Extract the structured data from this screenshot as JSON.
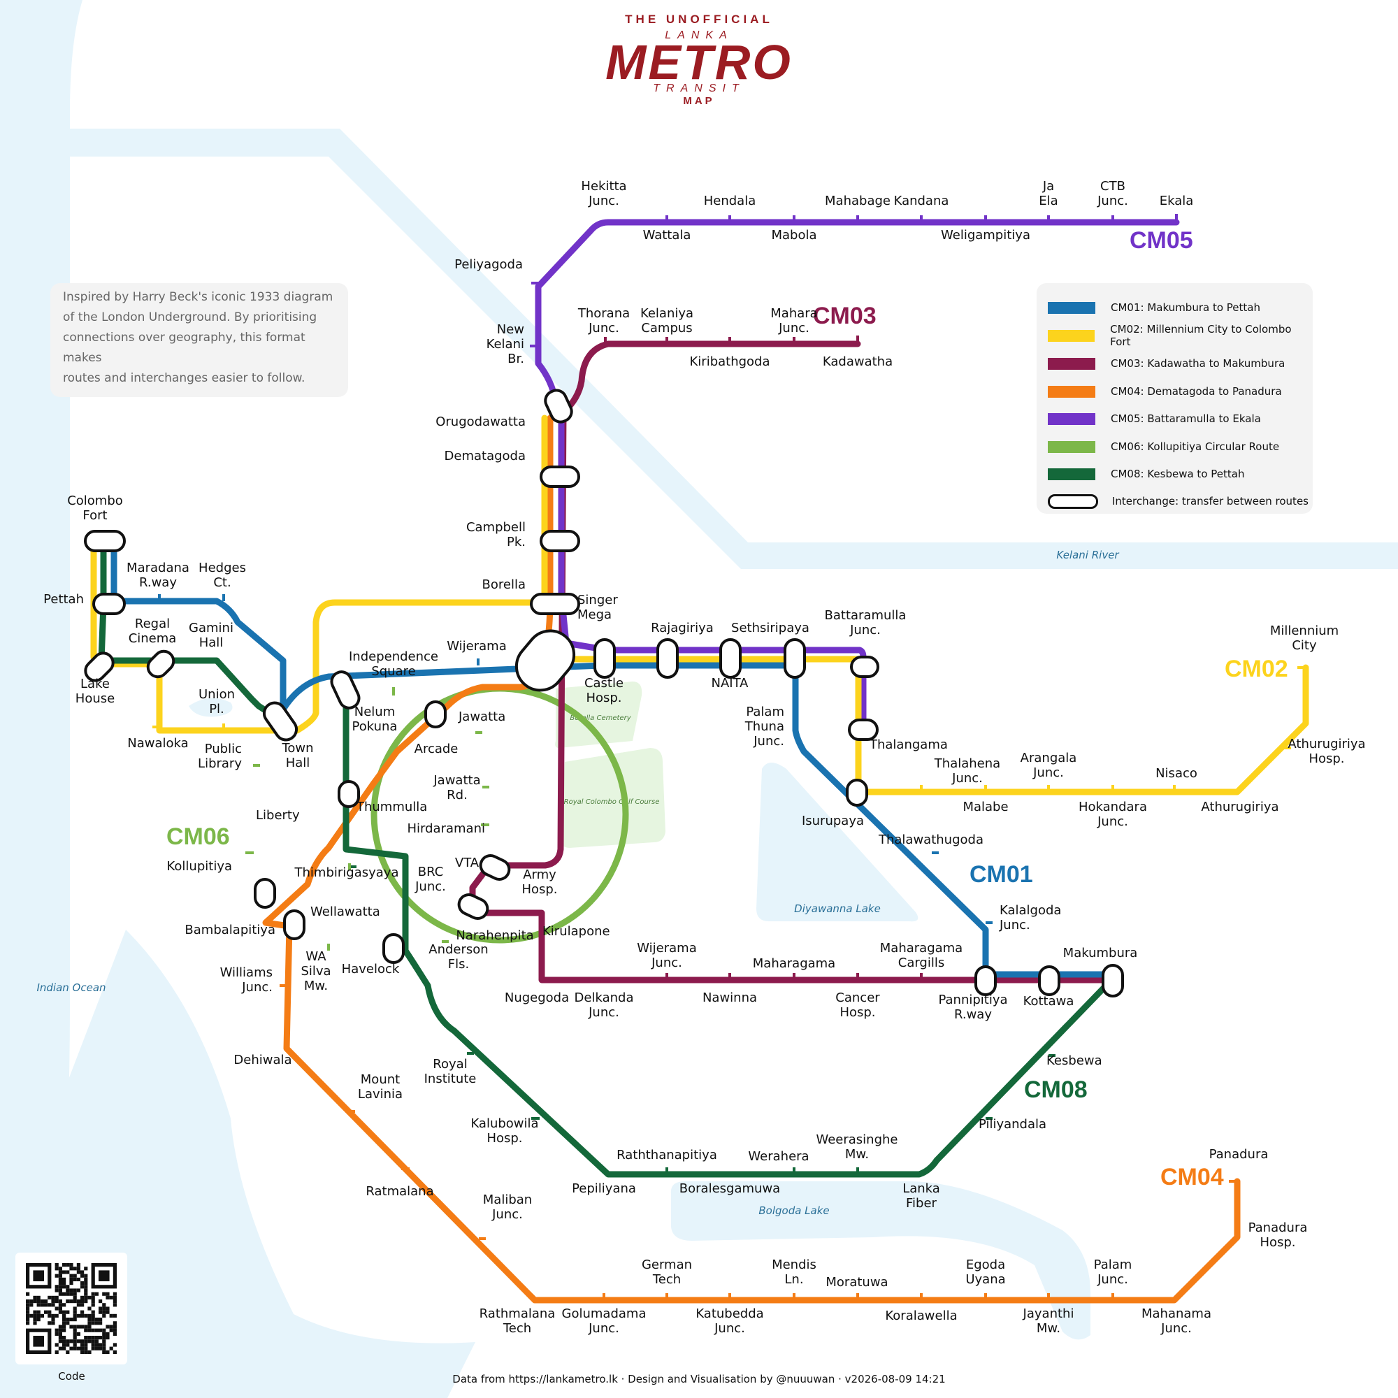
{
  "title": {
    "top": "THE UNOFFICIAL",
    "small": "LANKA",
    "main": "METRO",
    "sub": "TRANSIT",
    "map": "MAP"
  },
  "intro": {
    "lines": [
      "Inspired by Harry Beck's iconic 1933 diagram",
      "of the London Underground. By prioritising",
      "connections over geography, this format makes",
      "routes and interchanges easier to follow."
    ]
  },
  "legend": {
    "items": [
      {
        "color": "#1a73b0",
        "text": "CM01: Makumbura to Pettah"
      },
      {
        "color": "#fcd31d",
        "text": "CM02: Millennium City to Colombo Fort"
      },
      {
        "color": "#8c1b4d",
        "text": "CM03: Kadawatha to Makumbura"
      },
      {
        "color": "#f47c15",
        "text": "CM04: Dematagoda to Panadura"
      },
      {
        "color": "#7133c8",
        "text": "CM05: Battaramulla to Ekala"
      },
      {
        "color": "#7cb749",
        "text": "CM06: Kollupitiya Circular Route"
      },
      {
        "color": "#14683a",
        "text": "CM08: Kesbewa to Pettah"
      }
    ],
    "interchange": "Interchange: transfer between routes"
  },
  "colors": {
    "CM01": "#1a73b0",
    "CM02": "#fcd31d",
    "CM03": "#8c1b4d",
    "CM04": "#f47c15",
    "CM05": "#7133c8",
    "CM06": "#7cb749",
    "CM08": "#14683a",
    "water": "#e6f4fb",
    "title": "#9b1c22"
  },
  "line_labels": {
    "CM01": "CM01",
    "CM02": "CM02",
    "CM03": "CM03",
    "CM04": "CM04",
    "CM05": "CM05",
    "CM06": "CM06",
    "CM08": "CM08"
  },
  "geo": {
    "kelani": "Kelani River",
    "indian_ocean": "Indian Ocean",
    "diyawanna": "Diyawanna Lake",
    "bolgoda": "Bolgoda Lake",
    "borella_cemetery": "Borella Cemetery",
    "golf": "Royal Colombo Golf Course"
  },
  "stations": {
    "hekitta_junc": [
      "Hekitta",
      "Junc."
    ],
    "wattala": [
      "Wattala"
    ],
    "hendala": [
      "Hendala"
    ],
    "mabola": [
      "Mabola"
    ],
    "mahabage": [
      "Mahabage"
    ],
    "kandana": [
      "Kandana"
    ],
    "weligampitiya": [
      "Weligampitiya"
    ],
    "ja_ela": [
      "Ja",
      "Ela"
    ],
    "ctb_junc": [
      "CTB",
      "Junc."
    ],
    "ekala": [
      "Ekala"
    ],
    "peliyagoda": [
      "Peliyagoda"
    ],
    "new_kelani_br": [
      "New",
      "Kelani",
      "Br."
    ],
    "thorana_junc": [
      "Thorana",
      "Junc."
    ],
    "kelaniya_campus": [
      "Kelaniya",
      "Campus"
    ],
    "kiribathgoda": [
      "Kiribathgoda"
    ],
    "mahara_junc": [
      "Mahara",
      "Junc."
    ],
    "kadawatha": [
      "Kadawatha"
    ],
    "orugodawatta": [
      "Orugodawatta"
    ],
    "dematagoda": [
      "Dematagoda"
    ],
    "campbell_pk": [
      "Campbell",
      "Pk."
    ],
    "borella": [
      "Borella"
    ],
    "singer_mega": [
      "Singer",
      "Mega"
    ],
    "colombo_fort": [
      "Colombo",
      "Fort"
    ],
    "pettah": [
      "Pettah"
    ],
    "maradana_rway": [
      "Maradana",
      "R.way"
    ],
    "hedges_ct": [
      "Hedges",
      "Ct."
    ],
    "regal_cinema": [
      "Regal",
      "Cinema"
    ],
    "gamini_hall": [
      "Gamini",
      "Hall"
    ],
    "lake_house": [
      "Lake",
      "House"
    ],
    "union_pl": [
      "Union",
      "Pl."
    ],
    "nawaloka": [
      "Nawaloka"
    ],
    "public_library": [
      "Public",
      "Library"
    ],
    "town_hall": [
      "Town",
      "Hall"
    ],
    "independence_square": [
      "Independence",
      "Square"
    ],
    "wijerama": [
      "Wijerama"
    ],
    "nelum_pokuna": [
      "Nelum",
      "Pokuna"
    ],
    "jawatta": [
      "Jawatta"
    ],
    "arcade": [
      "Arcade"
    ],
    "jawatta_rd": [
      "Jawatta",
      "Rd."
    ],
    "thummulla": [
      "Thummulla"
    ],
    "hirdaramani": [
      "Hirdaramani"
    ],
    "liberty": [
      "Liberty"
    ],
    "kollupitiya": [
      "Kollupitiya"
    ],
    "thimbirigasyaya": [
      "Thimbirigasyaya"
    ],
    "brc_junc": [
      "BRC",
      "Junc."
    ],
    "vta": [
      "VTA"
    ],
    "army_hosp": [
      "Army",
      "Hosp."
    ],
    "bambalapitiya": [
      "Bambalapitiya"
    ],
    "wellawatta": [
      "Wellawatta"
    ],
    "narahenpita": [
      "Narahenpita"
    ],
    "kirulapone": [
      "Kirulapone"
    ],
    "anderson_fls": [
      "Anderson",
      "Fls."
    ],
    "havelock": [
      "Havelock"
    ],
    "wa_silva_mw": [
      "WA",
      "Silva",
      "Mw."
    ],
    "williams_junc": [
      "Williams",
      "Junc."
    ],
    "castle_hosp": [
      "Castle",
      "Hosp."
    ],
    "rajagiriya": [
      "Rajagiriya"
    ],
    "naita": [
      "NAITA"
    ],
    "sethsiripaya": [
      "Sethsiripaya"
    ],
    "battaramulla_junc": [
      "Battaramulla",
      "Junc."
    ],
    "palam_thuna_junc": [
      "Palam",
      "Thuna",
      "Junc."
    ],
    "thalangama": [
      "Thalangama"
    ],
    "isurupaya": [
      "Isurupaya"
    ],
    "thalahena_junc": [
      "Thalahena",
      "Junc."
    ],
    "malabe": [
      "Malabe"
    ],
    "arangala_junc": [
      "Arangala",
      "Junc."
    ],
    "hokandara_junc": [
      "Hokandara",
      "Junc."
    ],
    "nisaco": [
      "Nisaco"
    ],
    "athurugiriya": [
      "Athurugiriya"
    ],
    "athurugiriya_hosp": [
      "Athurugiriya",
      "Hosp."
    ],
    "millennium_city": [
      "Millennium",
      "City"
    ],
    "thalawathugoda": [
      "Thalawathugoda"
    ],
    "kalalgoda_junc": [
      "Kalalgoda",
      "Junc."
    ],
    "nugegoda": [
      "Nugegoda"
    ],
    "delkanda_junc": [
      "Delkanda",
      "Junc."
    ],
    "wijerama_junc": [
      "Wijerama",
      "Junc."
    ],
    "nawinna": [
      "Nawinna"
    ],
    "maharagama": [
      "Maharagama"
    ],
    "cancer_hosp": [
      "Cancer",
      "Hosp."
    ],
    "maharagama_cargills": [
      "Maharagama",
      "Cargills"
    ],
    "pannipitiya_rway": [
      "Pannipitiya",
      "R.way"
    ],
    "kottawa": [
      "Kottawa"
    ],
    "makumbura": [
      "Makumbura"
    ],
    "kesbewa": [
      "Kesbewa"
    ],
    "piliyandala": [
      "Piliyandala"
    ],
    "royal_institute": [
      "Royal",
      "Institute"
    ],
    "kalubowila_hosp": [
      "Kalubowila",
      "Hosp."
    ],
    "pepiliyana": [
      "Pepiliyana"
    ],
    "raththanapitiya": [
      "Raththanapitiya"
    ],
    "boralesgamuwa": [
      "Boralesgamuwa"
    ],
    "werahera": [
      "Werahera"
    ],
    "weerasinghe_mw": [
      "Weerasinghe",
      "Mw."
    ],
    "lanka_fiber": [
      "Lanka",
      "Fiber"
    ],
    "dehiwala": [
      "Dehiwala"
    ],
    "mount_lavinia": [
      "Mount",
      "Lavinia"
    ],
    "ratmalana": [
      "Ratmalana"
    ],
    "maliban_junc": [
      "Maliban",
      "Junc."
    ],
    "rathmalana_tech": [
      "Rathmalana",
      "Tech"
    ],
    "golumadama_junc": [
      "Golumadama",
      "Junc."
    ],
    "german_tech": [
      "German",
      "Tech"
    ],
    "katubedda_junc": [
      "Katubedda",
      "Junc."
    ],
    "mendis_ln": [
      "Mendis",
      "Ln."
    ],
    "moratuwa": [
      "Moratuwa"
    ],
    "koralawella": [
      "Koralawella"
    ],
    "egoda_uyana": [
      "Egoda",
      "Uyana"
    ],
    "jayanthi_mw": [
      "Jayanthi",
      "Mw."
    ],
    "palam_junc": [
      "Palam",
      "Junc."
    ],
    "mahanama_junc": [
      "Mahanama",
      "Junc."
    ],
    "panadura": [
      "Panadura"
    ],
    "panadura_hosp": [
      "Panadura",
      "Hosp."
    ]
  },
  "qr_caption": "Code",
  "credit": "Data from https://lankametro.lk · Design and Visualisation by @nuuuwan · v2026-08-09 14:21"
}
